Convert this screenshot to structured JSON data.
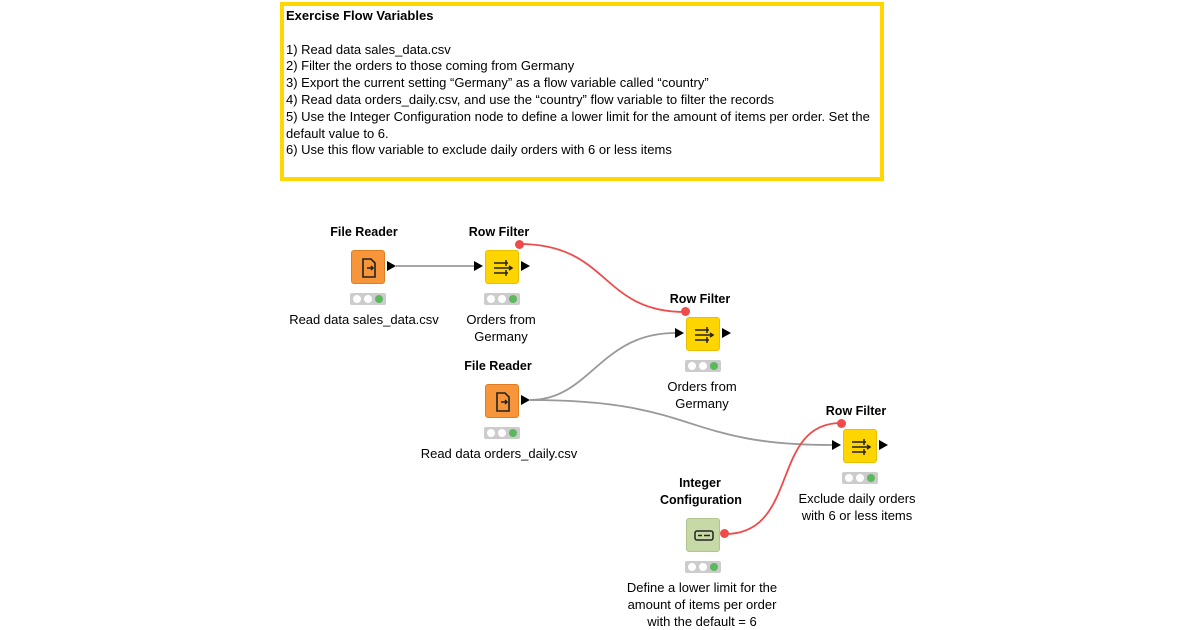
{
  "annotation": {
    "title": "Exercise Flow Variables",
    "lines": [
      "1) Read data sales_data.csv",
      "2) Filter the orders to those coming from Germany",
      "3) Export the current setting “Germany” as a flow variable called “country”",
      "4) Read data orders_daily.csv, and use the “country” flow variable to filter the records",
      "5) Use the Integer Configuration node to define a lower limit for the amount of items per order. Set the default value to 6.",
      "6) Use this flow variable to exclude daily orders with 6 or less items"
    ],
    "border_color": "#ffd800"
  },
  "nodes": {
    "file_reader_1": {
      "name": "File Reader",
      "desc": "Read data sales_data.csv",
      "icon": "file-reader-icon",
      "color": "#f7953a"
    },
    "row_filter_1": {
      "name": "Row Filter",
      "desc": "Orders from Germany",
      "icon": "row-filter-icon",
      "color": "#ffd500"
    },
    "row_filter_2": {
      "name": "Row Filter",
      "desc": "Orders from Germany",
      "icon": "row-filter-icon",
      "color": "#ffd500"
    },
    "file_reader_2": {
      "name": "File Reader",
      "desc": "Read data orders_daily.csv",
      "icon": "file-reader-icon",
      "color": "#f7953a"
    },
    "row_filter_3": {
      "name": "Row Filter",
      "desc": "Exclude daily orders with 6 or less items",
      "icon": "row-filter-icon",
      "color": "#ffd500"
    },
    "integer_config": {
      "name": "Integer Configuration",
      "desc": "Define a lower limit for the amount of items per order with the default = 6",
      "icon": "integer-config-icon",
      "color": "#c8d9a8"
    }
  },
  "connections": {
    "data_color": "#999999",
    "flow_variable_color": "#ef4b4b"
  }
}
